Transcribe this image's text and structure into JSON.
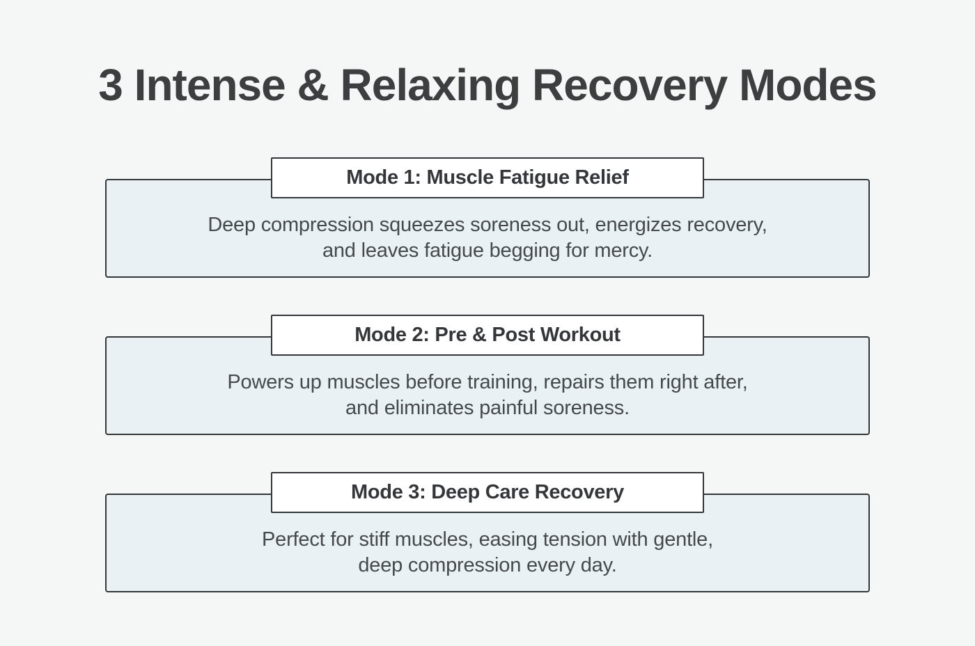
{
  "page": {
    "title": "3 Intense & Relaxing Recovery Modes",
    "background_color": "#f5f6f6",
    "card_background_color": "#e9f1f5",
    "border_color": "#333638",
    "title_color": "#3d3e40",
    "body_text_color": "#46494b"
  },
  "modes": [
    {
      "title": "Mode 1: Muscle Fatigue Relief",
      "description_line1": "Deep compression squeezes soreness out, energizes recovery,",
      "description_line2": "and leaves fatigue begging for mercy."
    },
    {
      "title": "Mode 2: Pre & Post Workout",
      "description_line1": "Powers up muscles before training, repairs them right after,",
      "description_line2": "and eliminates painful soreness."
    },
    {
      "title": "Mode 3: Deep Care Recovery",
      "description_line1": "Perfect for stiff muscles, easing tension with gentle,",
      "description_line2": "deep compression every day."
    }
  ]
}
